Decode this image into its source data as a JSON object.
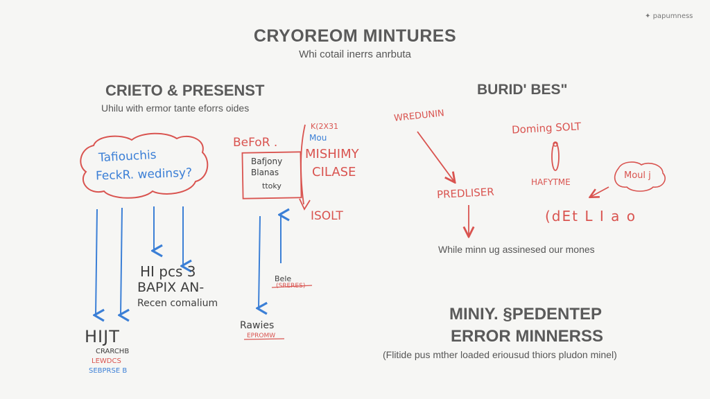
{
  "logo": {
    "text": "papumness",
    "icon": "sparkle-icon"
  },
  "header": {
    "title": "CRYOREOM MINTURES",
    "subtitle": "Whi cotail inerrs anrbuta"
  },
  "left": {
    "title": "CRIETO & PRESENST",
    "subtitle": "Uhilu with ermor tante eforrs oides",
    "cloud_line1": "Tafiouchis",
    "cloud_line2": "FeckR. wedinsy?",
    "mid_label1": "HI pcs 3",
    "mid_label2": "BAPIX AN-",
    "mid_label3": "Recen comalium",
    "bottom_big": "HIJT",
    "bottom_small1": "CRARCHB",
    "bottom_small2": "LEWDCS",
    "bottom_small3": "SEBPRSE B"
  },
  "center": {
    "before_label": "BeFoR .",
    "box_line1": "Bafjony",
    "box_line2": "Blanas",
    "box_line3": "ttoky",
    "corner_note1": "K(2X31",
    "corner_note2": "Mou",
    "right_word1": "MISHIMY",
    "right_word2": "CILASE",
    "solt": "ISOLT",
    "small_mid1": "Bele",
    "small_mid2": "(SRERES)",
    "bottom1": "Rawies",
    "bottom2": "EPROMW"
  },
  "right": {
    "title": "BURID' BES\"",
    "warning": "WREDUNIN",
    "doming": "Doming SOLT",
    "predliser": "PREDLISER",
    "hafytime": "HAFYTME",
    "moul": "Moul j",
    "detl": "(dEt L I a o",
    "caption": "While minn ug assinesed our mones",
    "bottom_title1": "MINIY. §PEDENTEP",
    "bottom_title2": "ERROR MINNERSS",
    "bottom_sub": "(Flitide pus mther loaded eriousud thiors pludon minel)"
  },
  "colors": {
    "red": "#d9534f",
    "blue": "#3b7fd6",
    "gray": "#5a5a5a"
  }
}
